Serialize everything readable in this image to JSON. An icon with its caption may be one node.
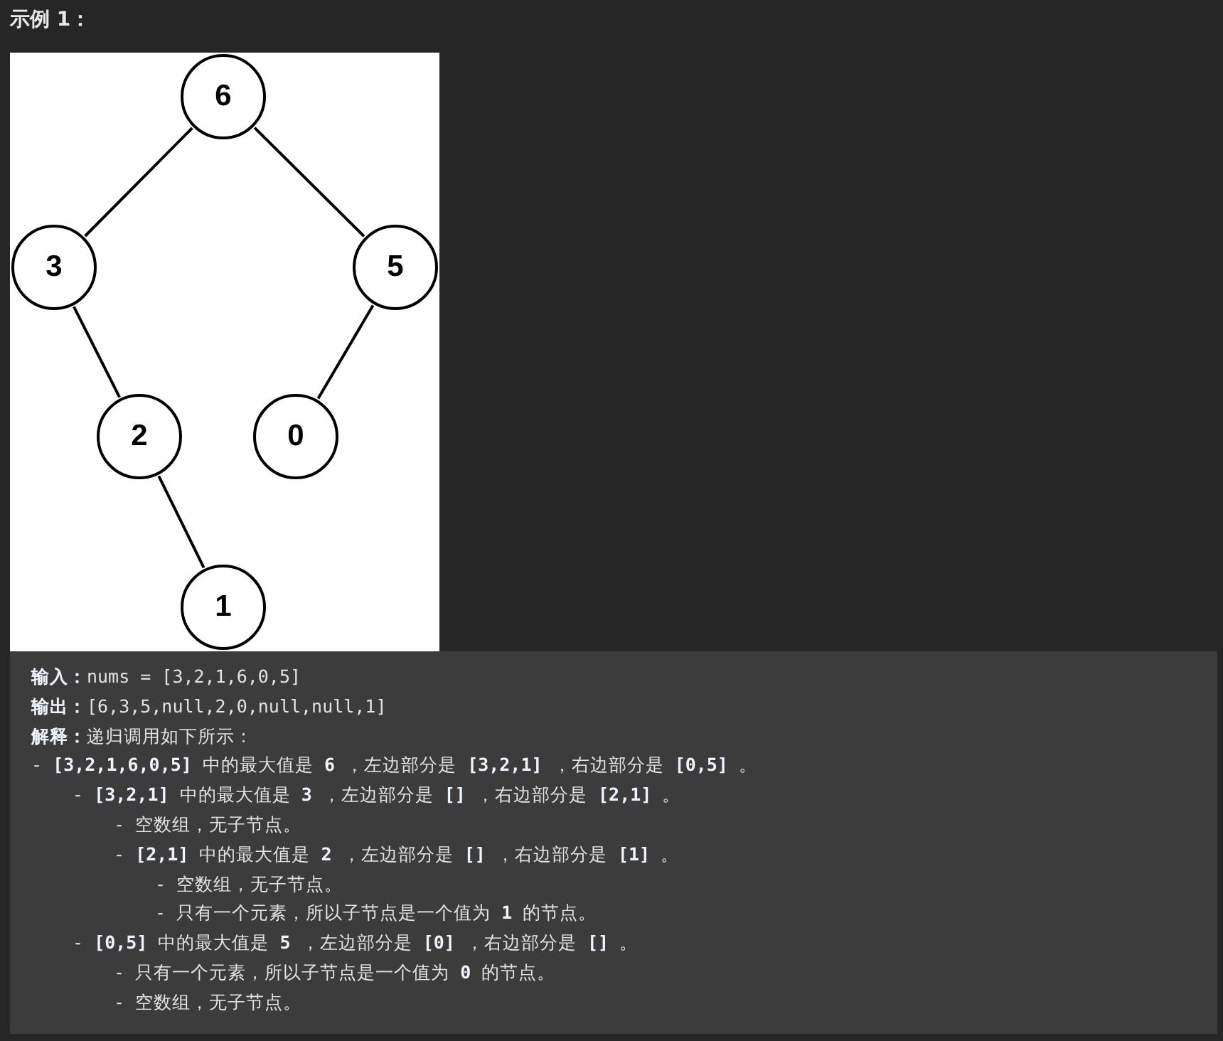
{
  "diagram": {
    "title": "示例 1：",
    "nodes": [
      {
        "text": [
          "6"
        ]
      },
      {
        "text": [
          "3"
        ]
      },
      {
        "text": [
          "5"
        ]
      },
      {
        "text": [
          "2"
        ]
      },
      {
        "text": [
          "0"
        ]
      },
      {
        "text": [
          "1"
        ]
      }
    ],
    "edges": [
      {
        "from": 0,
        "to": 1,
        "arrow": "none"
      },
      {
        "from": 0,
        "to": 2,
        "arrow": "none"
      },
      {
        "from": 1,
        "to": 3,
        "arrow": "none"
      },
      {
        "from": 2,
        "to": 4,
        "arrow": "none"
      },
      {
        "from": 3,
        "to": 5,
        "arrow": "none"
      }
    ],
    "labels": [
      "**输入：**nums = [3,2,1,6,0,5]",
      "**输出：**[6,3,5,null,2,0,null,null,1]",
      "**解释：**递归调用如下所示：",
      "- **[3,2,1,6,0,5]** 中的最大值是 **6** ，左边部分是 **[3,2,1]** ，右边部分是 **[0,5]** 。",
      "- **[3,2,1]** 中的最大值是 **3** ，左边部分是 **[]** ，右边部分是 **[2,1]** 。",
      "- 空数组，无子节点。",
      "- **[2,1]** 中的最大值是 **2** ，左边部分是 **[]** ，右边部分是 **[1]** 。",
      "- 空数组，无子节点。",
      "- 只有一个元素，所以子节点是一个值为 **1** 的节点。",
      "- **[0,5]** 中的最大值是 **5** ，左边部分是 **[0]** ，右边部分是 **[]** 。",
      "- 只有一个元素，所以子节点是一个值为 **0** 的节点。",
      "- 空数组，无子节点。"
    ]
  }
}
